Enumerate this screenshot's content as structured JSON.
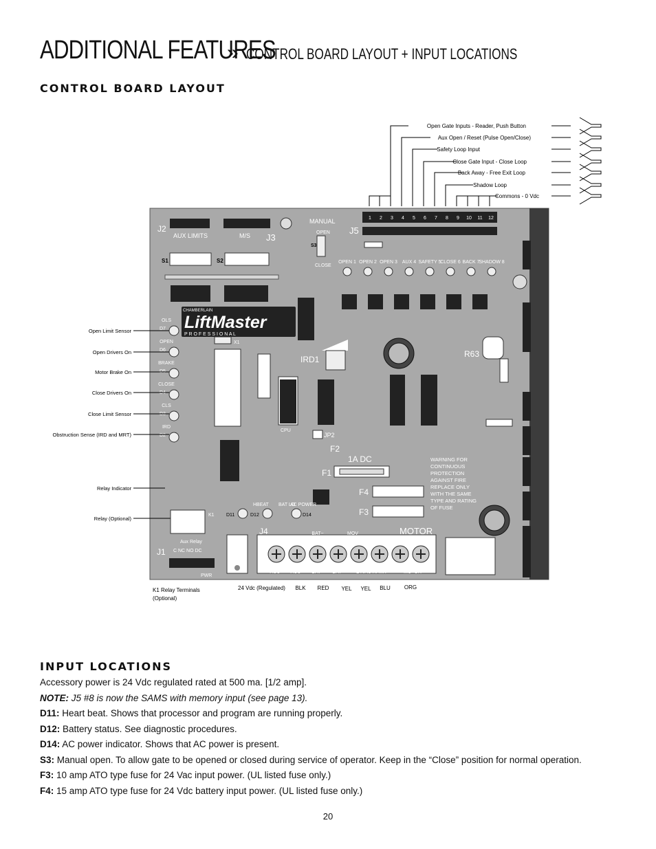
{
  "header": {
    "title_main": "ADDITIONAL FEATURES",
    "title_separator": "»",
    "title_sub": "CONTROL BOARD LAYOUT + INPUT LOCATIONS"
  },
  "sections": {
    "control_board_heading": "CONTROL BOARD LAYOUT",
    "input_locations_heading": "INPUT LOCATIONS"
  },
  "callouts_right": [
    "Open Gate Inputs - Reader, Push Button",
    "Aux Open / Reset (Pulse Open/Close)",
    "Safety Loop Input",
    "Close Gate Input - Close Loop",
    "Back Away - Free Exit Loop",
    "Shadow Loop",
    "Commons - 0 Vdc"
  ],
  "callouts_left": [
    "Open Limit Sensor",
    "Open Drivers On",
    "Motor Brake On",
    "Close Drivers On",
    "Close Limit Sensor",
    "Obstruction Sense (IRD and MRT)",
    "Relay Indicator",
    "Relay (Optional)"
  ],
  "callouts_bottom": {
    "k1": "K1 Relay Terminals",
    "k1_sub": "(Optional)",
    "vdc": "24 Vdc (Regulated)",
    "wires": [
      "BLK",
      "RED",
      "YEL",
      "YEL",
      "BLU",
      "ORG"
    ]
  },
  "board": {
    "brand": "LiftMaster",
    "brand_top": "CHAMBERLAIN",
    "brand_sub": "P R O F E S S I O N A L",
    "j2": "J2",
    "j3": "J3",
    "j5": "J5",
    "j4": "J4",
    "j1": "J1",
    "aux_limits": "AUX LIMITS",
    "ms": "M/S",
    "manual": "MANUAL",
    "open": "OPEN",
    "close": "CLOSE",
    "s3": "S3",
    "s1": "S1",
    "s2": "S2",
    "j5_pins": [
      "1",
      "2",
      "3",
      "4",
      "5",
      "6",
      "7",
      "8",
      "9",
      "10",
      "11",
      "12"
    ],
    "j5_labels": [
      "OPEN 1",
      "OPEN 2",
      "OPEN 3",
      "AUX 4",
      "SAFETY 5",
      "CLOSE 6",
      "BACK 7",
      "SHADOW 8"
    ],
    "led_labels": [
      "OLS",
      "OPEN",
      "BRAKE",
      "CLOSE",
      "CLS",
      "IRD"
    ],
    "led_ids": [
      "D7",
      "D6",
      "D5",
      "D4",
      "D3",
      "D2"
    ],
    "ird1": "IRD1",
    "r63": "R63",
    "f1": "F1",
    "f2": "F2",
    "f3": "F3",
    "f4": "F4",
    "dc": "1A DC",
    "motor": "MOTOR",
    "x1": "X1",
    "jp2": "JP2",
    "cpu": "CPU",
    "hbeat": "HBEAT",
    "batlo": "BAT LO",
    "acpower": "AC POWER",
    "d11": "D11",
    "d12": "D12",
    "d14": "D14",
    "aux_relay": "Aux Relay",
    "k1": "K1",
    "relay_pins": "C  NC  NO  DC",
    "pwr": "PWR",
    "j4_top": [
      "BAT−",
      "MOV"
    ],
    "j4_bottom": [
      "ACC+",
      "ACC−",
      "BAT−",
      "BAT+",
      "24VAC XFMR",
      "MO+OR"
    ],
    "warning": [
      "WARNING FOR",
      "CONTINUOUS",
      "PROTECTION",
      "AGAINST FIRE",
      "REPLACE ONLY",
      "WITH THE SAME",
      "TYPE AND RATING",
      "OF FUSE"
    ]
  },
  "input_locations": {
    "intro": "Accessory power is 24 Vdc regulated rated at 500 ma. [1/2 amp].",
    "note_label": "NOTE:",
    "note_text": "J5 #8 is now the SAMS with memory input (see page 13).",
    "items": [
      {
        "label": "D11:",
        "text": "Heart beat. Shows that processor and program are running properly."
      },
      {
        "label": "D12:",
        "text": "Battery status. See diagnostic procedures."
      },
      {
        "label": "D14:",
        "text": "AC power indicator. Shows that AC power is present."
      },
      {
        "label": "S3:",
        "text": "Manual open. To allow gate to be opened or closed during service of operator. Keep in the “Close” position for normal operation."
      },
      {
        "label": "F3:",
        "text": "10 amp ATO type fuse for 24 Vac input power. (UL listed fuse only.)"
      },
      {
        "label": "F4:",
        "text": "15 amp ATO type fuse for 24 Vdc battery input power. (UL listed fuse only.)"
      }
    ]
  },
  "footer": {
    "page_number": "20"
  }
}
